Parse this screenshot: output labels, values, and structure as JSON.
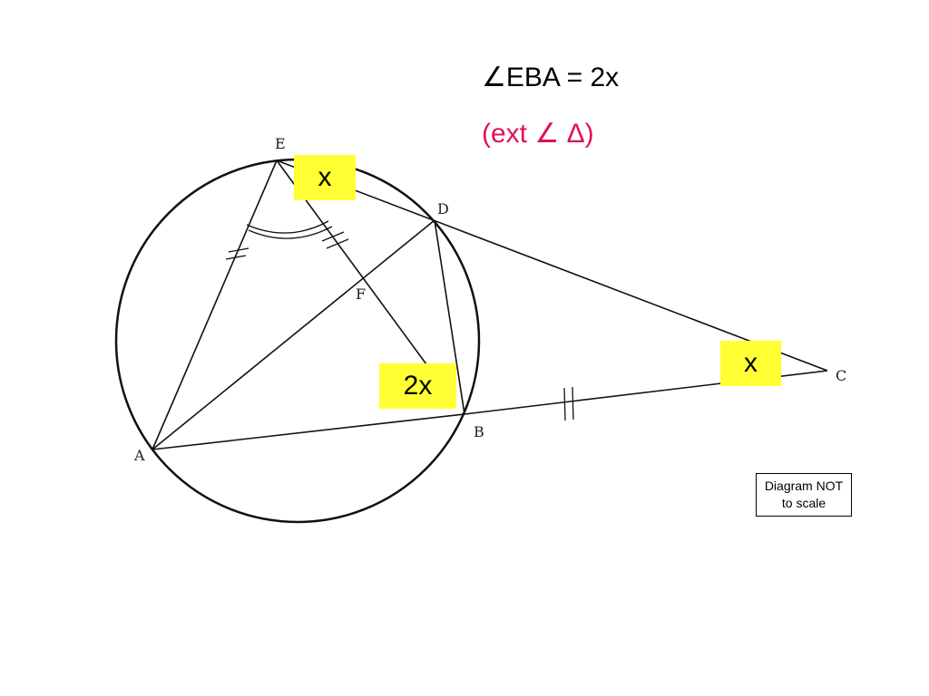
{
  "statement": "∠EBA = 2x",
  "reason": "(ext ∠ Δ)",
  "colors": {
    "reason": "#e0105a",
    "highlight": "#ffff33"
  },
  "points": {
    "A": "A",
    "B": "B",
    "C": "C",
    "D": "D",
    "E": "E",
    "F": "F"
  },
  "angle_tags": {
    "at_E": "x",
    "at_B": "2x",
    "at_C": "x"
  },
  "note": {
    "line1": "Diagram NOT",
    "line2": "to scale"
  }
}
